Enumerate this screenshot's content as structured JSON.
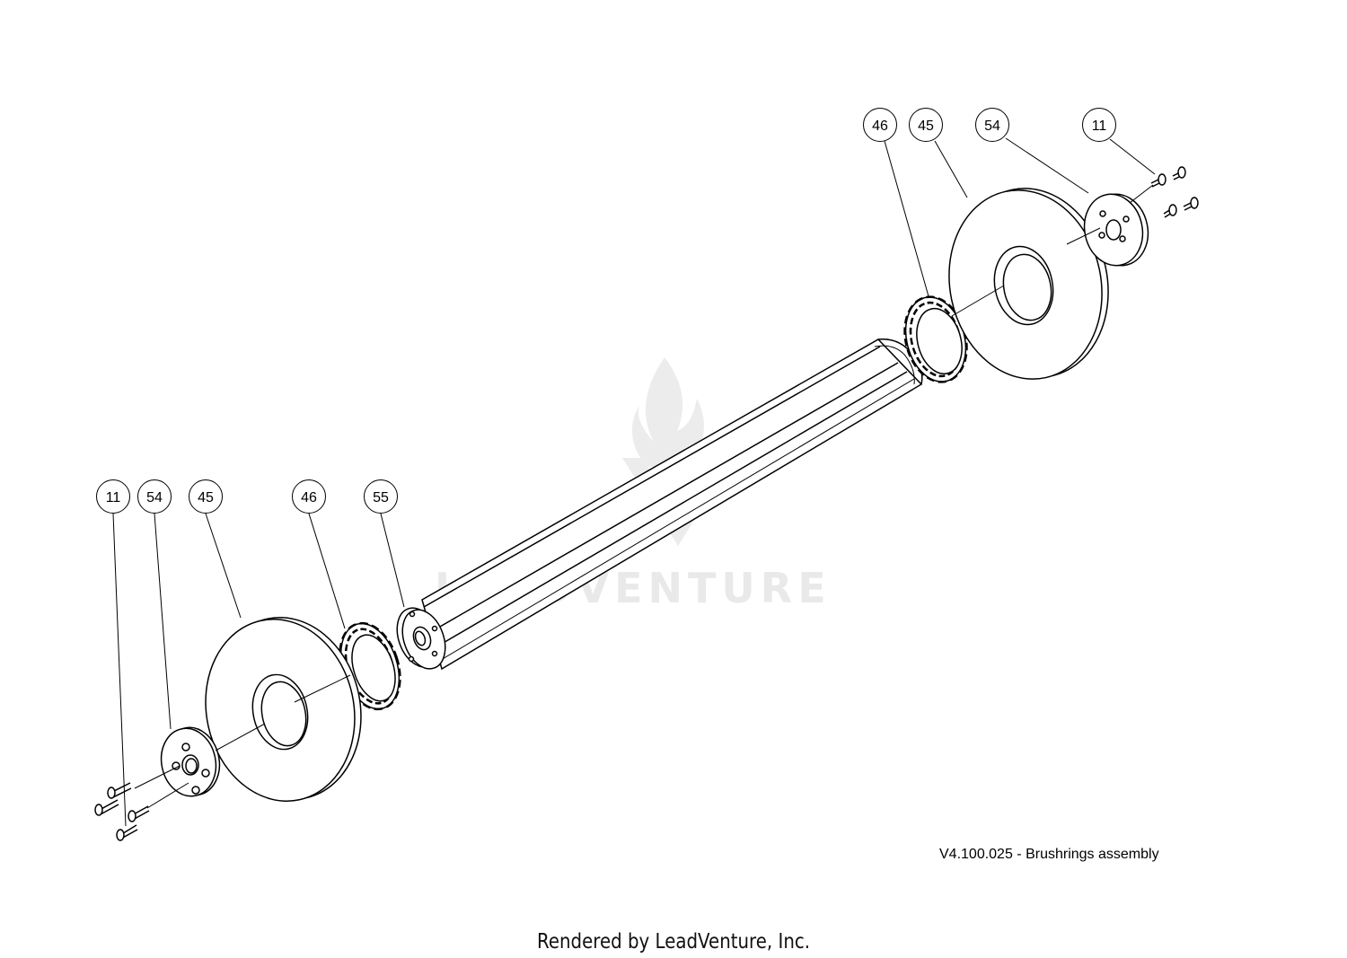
{
  "watermark": {
    "text": "LEADVENTURE"
  },
  "callouts_left": [
    "11",
    "54",
    "45",
    "46",
    "55"
  ],
  "callouts_right": [
    "46",
    "45",
    "54",
    "11"
  ],
  "caption": "V4.100.025 - Brushrings assembly",
  "footer": "Rendered by LeadVenture, Inc.",
  "colors": {
    "line": "#000000",
    "watermark": "#e9e9e9",
    "background": "#ffffff"
  }
}
